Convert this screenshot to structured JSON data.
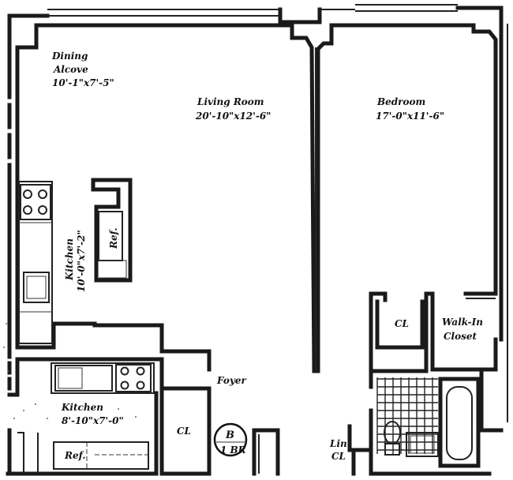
{
  "rooms": {
    "dining": {
      "name_line1": "Dining",
      "name_line2": "Alcove",
      "size": "10'-1\"x7'-5\""
    },
    "living": {
      "name": "Living Room",
      "size": "20'-10\"x12'-6\""
    },
    "bedroom": {
      "name": "Bedroom",
      "size": "17'-0\"x11'-6\""
    },
    "kitchen_vertical": {
      "name": "Kitchen",
      "size": "10'-0\"x7'-2\""
    },
    "kitchen_lower": {
      "name": "Kitchen",
      "size": "8'-10\"x7'-0\""
    },
    "foyer": {
      "name": "Foyer"
    },
    "closet_bedroom": {
      "name": "CL"
    },
    "closet_entry": {
      "name": "CL"
    },
    "walk_in": {
      "name_line1": "Walk-In",
      "name_line2": "Closet"
    },
    "linen": {
      "name_line1": "Lin.",
      "name_line2": "CL"
    }
  },
  "appliances": {
    "ref_upper": "Ref.",
    "ref_lower": "Ref."
  },
  "unit_badge": {
    "letter": "B",
    "type": "1 BR"
  }
}
